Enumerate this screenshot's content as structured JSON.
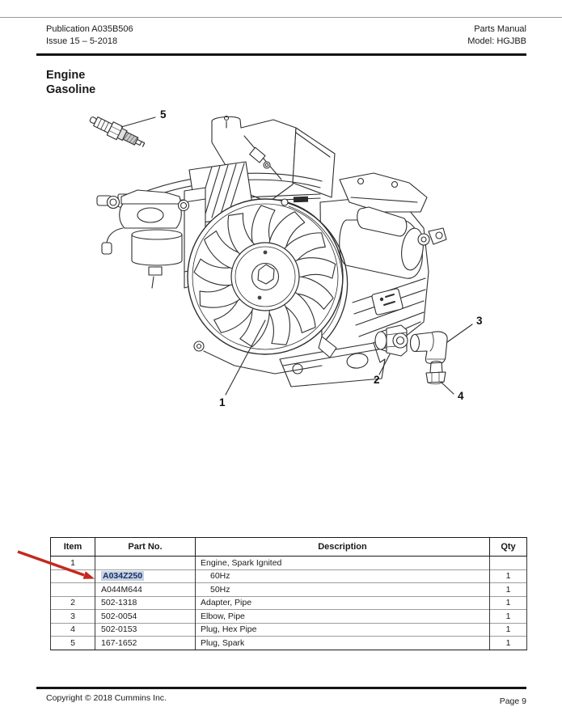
{
  "header": {
    "publication": "Publication A035B506",
    "issue": "Issue 15 – 5-2018",
    "manual_type": "Parts Manual",
    "model": "Model: HGJBB"
  },
  "title": {
    "line1": "Engine",
    "line2": "Gasoline"
  },
  "diagram": {
    "callouts": [
      {
        "label": "1"
      },
      {
        "label": "2"
      },
      {
        "label": "3"
      },
      {
        "label": "4"
      },
      {
        "label": "5"
      }
    ]
  },
  "annotation": {
    "target": "A034Z250"
  },
  "table": {
    "headers": [
      "Item",
      "Part No.",
      "Description",
      "Qty"
    ],
    "rows": [
      {
        "item": "1",
        "part": "",
        "desc": "Engine, Spark Ignited",
        "qty": "",
        "indent": false,
        "highlight": false
      },
      {
        "item": "",
        "part": "A034Z250",
        "desc": "60Hz",
        "qty": "1",
        "indent": true,
        "highlight": true
      },
      {
        "item": "",
        "part": "A044M644",
        "desc": "50Hz",
        "qty": "1",
        "indent": true,
        "highlight": false
      },
      {
        "item": "2",
        "part": "502-1318",
        "desc": "Adapter, Pipe",
        "qty": "1",
        "indent": false,
        "highlight": false
      },
      {
        "item": "3",
        "part": "502-0054",
        "desc": "Elbow, Pipe",
        "qty": "1",
        "indent": false,
        "highlight": false
      },
      {
        "item": "4",
        "part": "502-0153",
        "desc": "Plug, Hex Pipe",
        "qty": "1",
        "indent": false,
        "highlight": false
      },
      {
        "item": "5",
        "part": "167-1652",
        "desc": "Plug, Spark",
        "qty": "1",
        "indent": false,
        "highlight": false
      }
    ]
  },
  "footer": {
    "copyright": "Copyright © 2018  Cummins Inc.",
    "page": "Page 9"
  },
  "colors": {
    "arrow": "#c4291d",
    "highlight_bg": "#c7d1df",
    "highlight_text": "#132f6b",
    "line": "#2e2e2e"
  }
}
